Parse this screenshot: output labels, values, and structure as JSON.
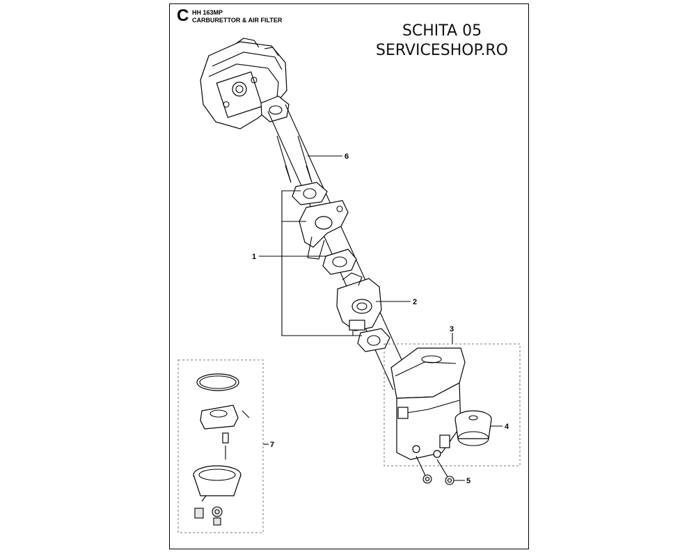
{
  "header": {
    "section_letter": "C",
    "model": "HH 163MP",
    "section_title": "CARBURETTOR & AIR FILTER"
  },
  "watermark": {
    "line1": "SCHITA 05",
    "line2": "SERVICESHOP.RO"
  },
  "callouts": [
    {
      "id": "1",
      "label": "1"
    },
    {
      "id": "2",
      "label": "2"
    },
    {
      "id": "3",
      "label": "3"
    },
    {
      "id": "4",
      "label": "4"
    },
    {
      "id": "5",
      "label": "5"
    },
    {
      "id": "6",
      "label": "6"
    },
    {
      "id": "7",
      "label": "7"
    }
  ],
  "colors": {
    "line": "#000000",
    "background": "#ffffff",
    "dashed_box": "#777777"
  }
}
